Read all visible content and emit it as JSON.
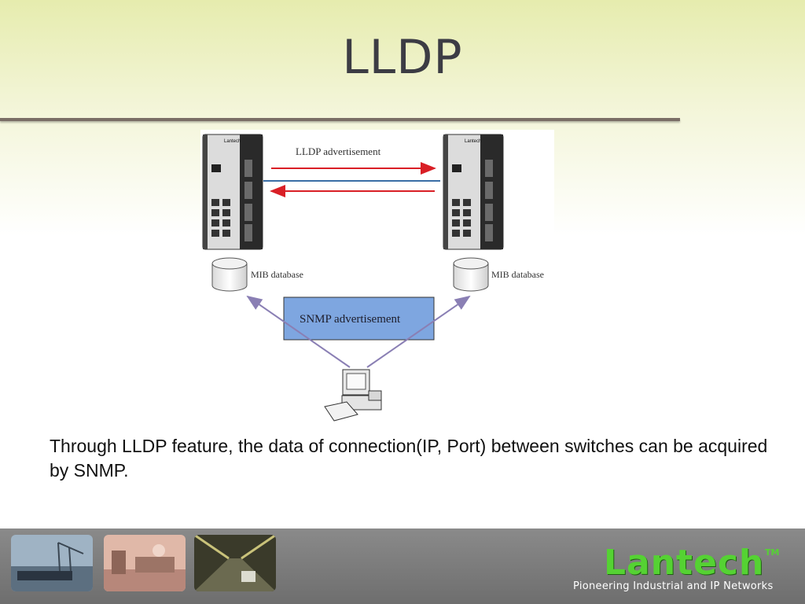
{
  "slide": {
    "title": "LLDP",
    "caption": "Through LLDP feature, the data of connection(IP, Port) between switches can be acquired by SNMP."
  },
  "diagram": {
    "lldp_label": "LLDP advertisement",
    "mib_label_left": "MIB database",
    "mib_label_right": "MIB database",
    "snmp_label": "SNMP advertisement",
    "switch_brand": "Lantech"
  },
  "footer": {
    "logo": "Lantech",
    "trademark": "TM",
    "tagline": "Pioneering Industrial and IP Networks"
  },
  "colors": {
    "logo_green": "#55d233",
    "lldp_arrow": "#d91f26",
    "snmp_box": "#7ea6e0",
    "connector": "#8a7fb4"
  }
}
